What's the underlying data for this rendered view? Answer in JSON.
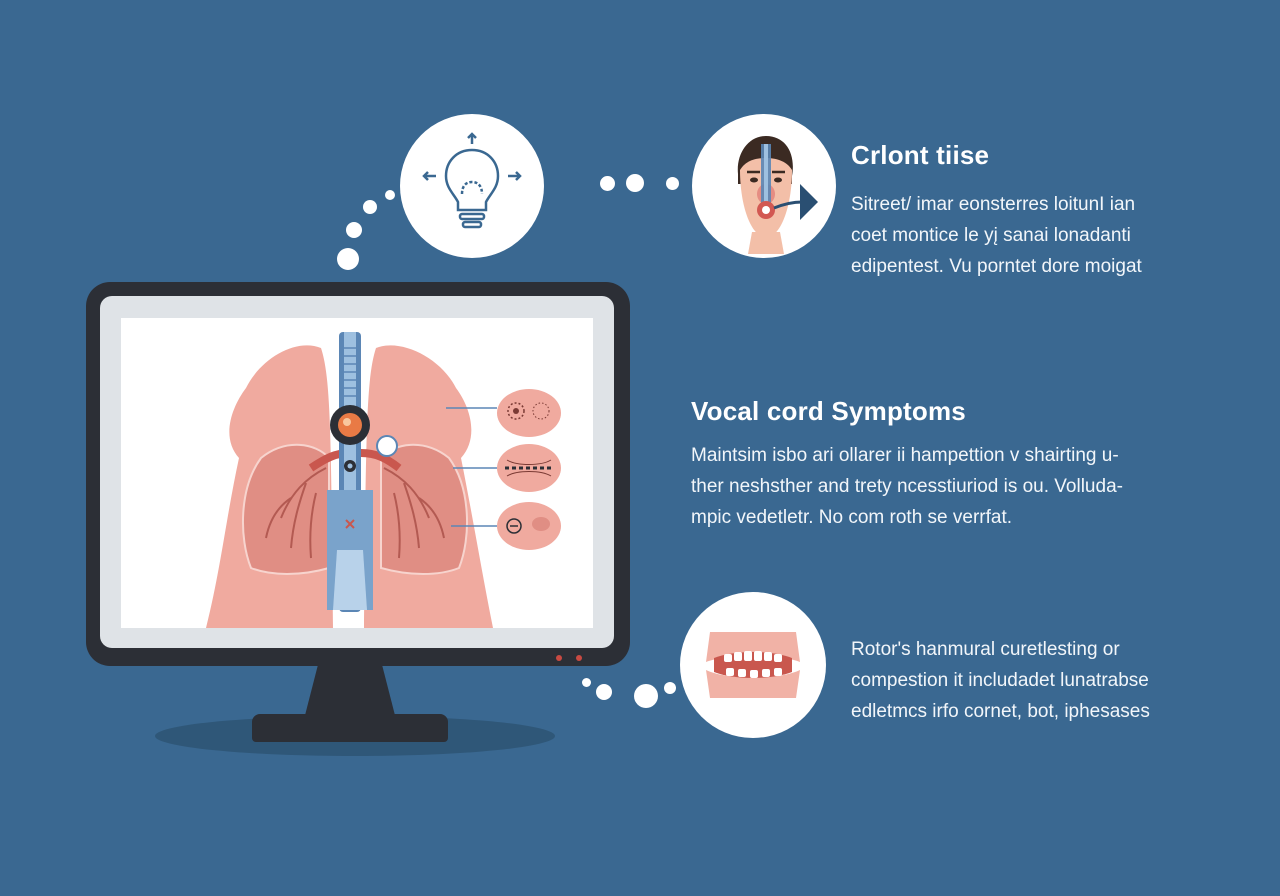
{
  "sections": [
    {
      "heading": "Crlont tiise",
      "lines": [
        "Sitreet/ imar eonsterres loitunI ian",
        "coet montice le yį sanai lonadanti",
        "edipentest. Vu porntet dore moigat"
      ]
    },
    {
      "heading": "Vocal cord Symptoms",
      "lines": [
        "Maintsim isbo ari ollarer ii hampettion  v shairting u‐",
        "ther neshsther and trety ncesstiuriod is ou. Volluda‐",
        "mpic vedetletr. No com  roth se verrfat."
      ]
    },
    {
      "heading": "",
      "lines": [
        "Rotor's hanmural curetlesting  or",
        "compestion  it includadet lunatrabse",
        "edletmcs irfo cornet, bot, iphesases"
      ]
    }
  ],
  "icons": {
    "idea": "lightbulb-icon",
    "face": "nasal-scope-face-icon",
    "mouth": "teeth-mouth-icon",
    "monitor": "lungs-diagram-icon"
  },
  "colors": {
    "background": "#3a6891",
    "tissue": "#f0aa9f",
    "scope": "#5b86b5",
    "bezel": "#2c2f36"
  }
}
